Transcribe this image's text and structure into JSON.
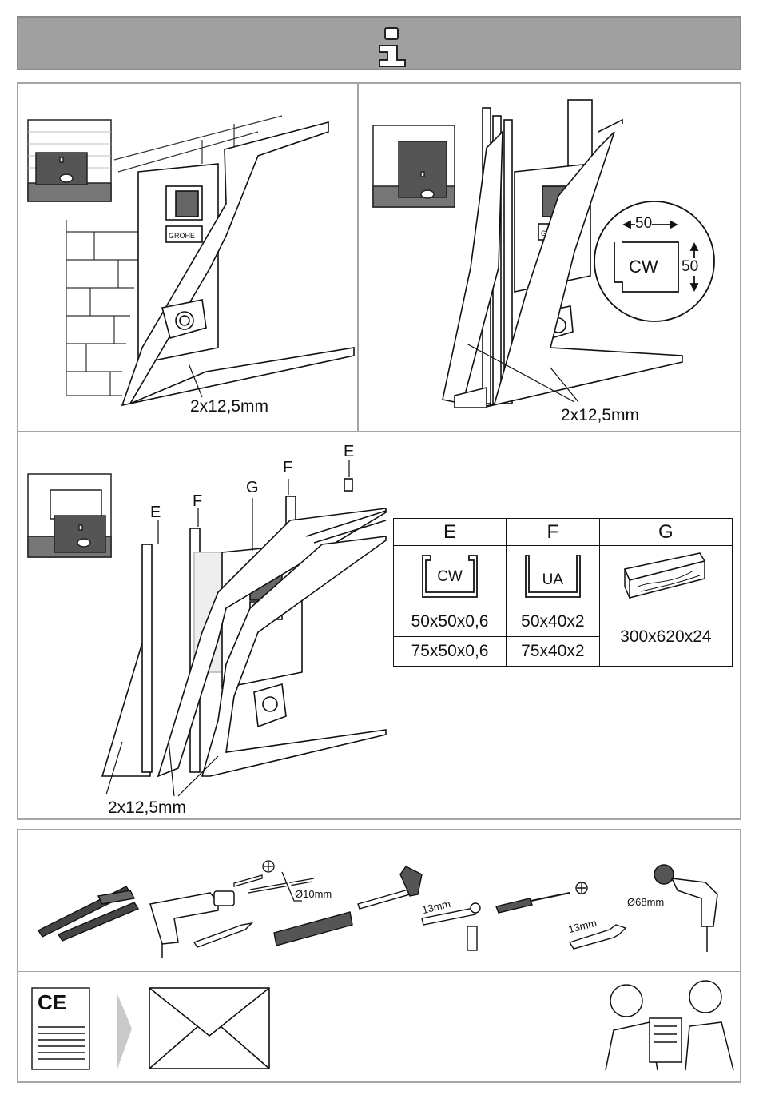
{
  "header": {
    "info_icon": "info-icon"
  },
  "panels": {
    "panel1": {
      "thickness_label": "2x12,5mm"
    },
    "panel2": {
      "thickness_label": "2x12,5mm",
      "profile_label": "CW",
      "width_label": "50",
      "height_label": "50"
    },
    "panel3": {
      "thickness_label": "2x12,5mm",
      "letters": [
        "E",
        "F",
        "G",
        "F",
        "E"
      ]
    }
  },
  "spec_table": {
    "headers": [
      "E",
      "F",
      "G"
    ],
    "profiles": [
      "CW",
      "UA"
    ],
    "rows": [
      [
        "50x50x0,6",
        "50x40x2"
      ],
      [
        "75x50x0,6",
        "75x40x2"
      ]
    ],
    "g_value": "300x620x24"
  },
  "tools": {
    "drill_bit_label": "Ø10mm",
    "socket_label": "13mm",
    "wrench_label": "13mm",
    "hole_saw_label": "Ø68mm",
    "icons": [
      "folding-rule-icon",
      "drill-icon",
      "pencil-icon",
      "spirit-level-icon",
      "hammer-icon",
      "socket-wrench-icon",
      "screwdriver-icon",
      "spanner-icon",
      "hole-saw-drill-icon"
    ]
  },
  "bottom": {
    "ce_mark": "CE",
    "icons": [
      "ce-document-icon",
      "arrow-icon",
      "envelope-icon",
      "handover-people-icon"
    ]
  }
}
